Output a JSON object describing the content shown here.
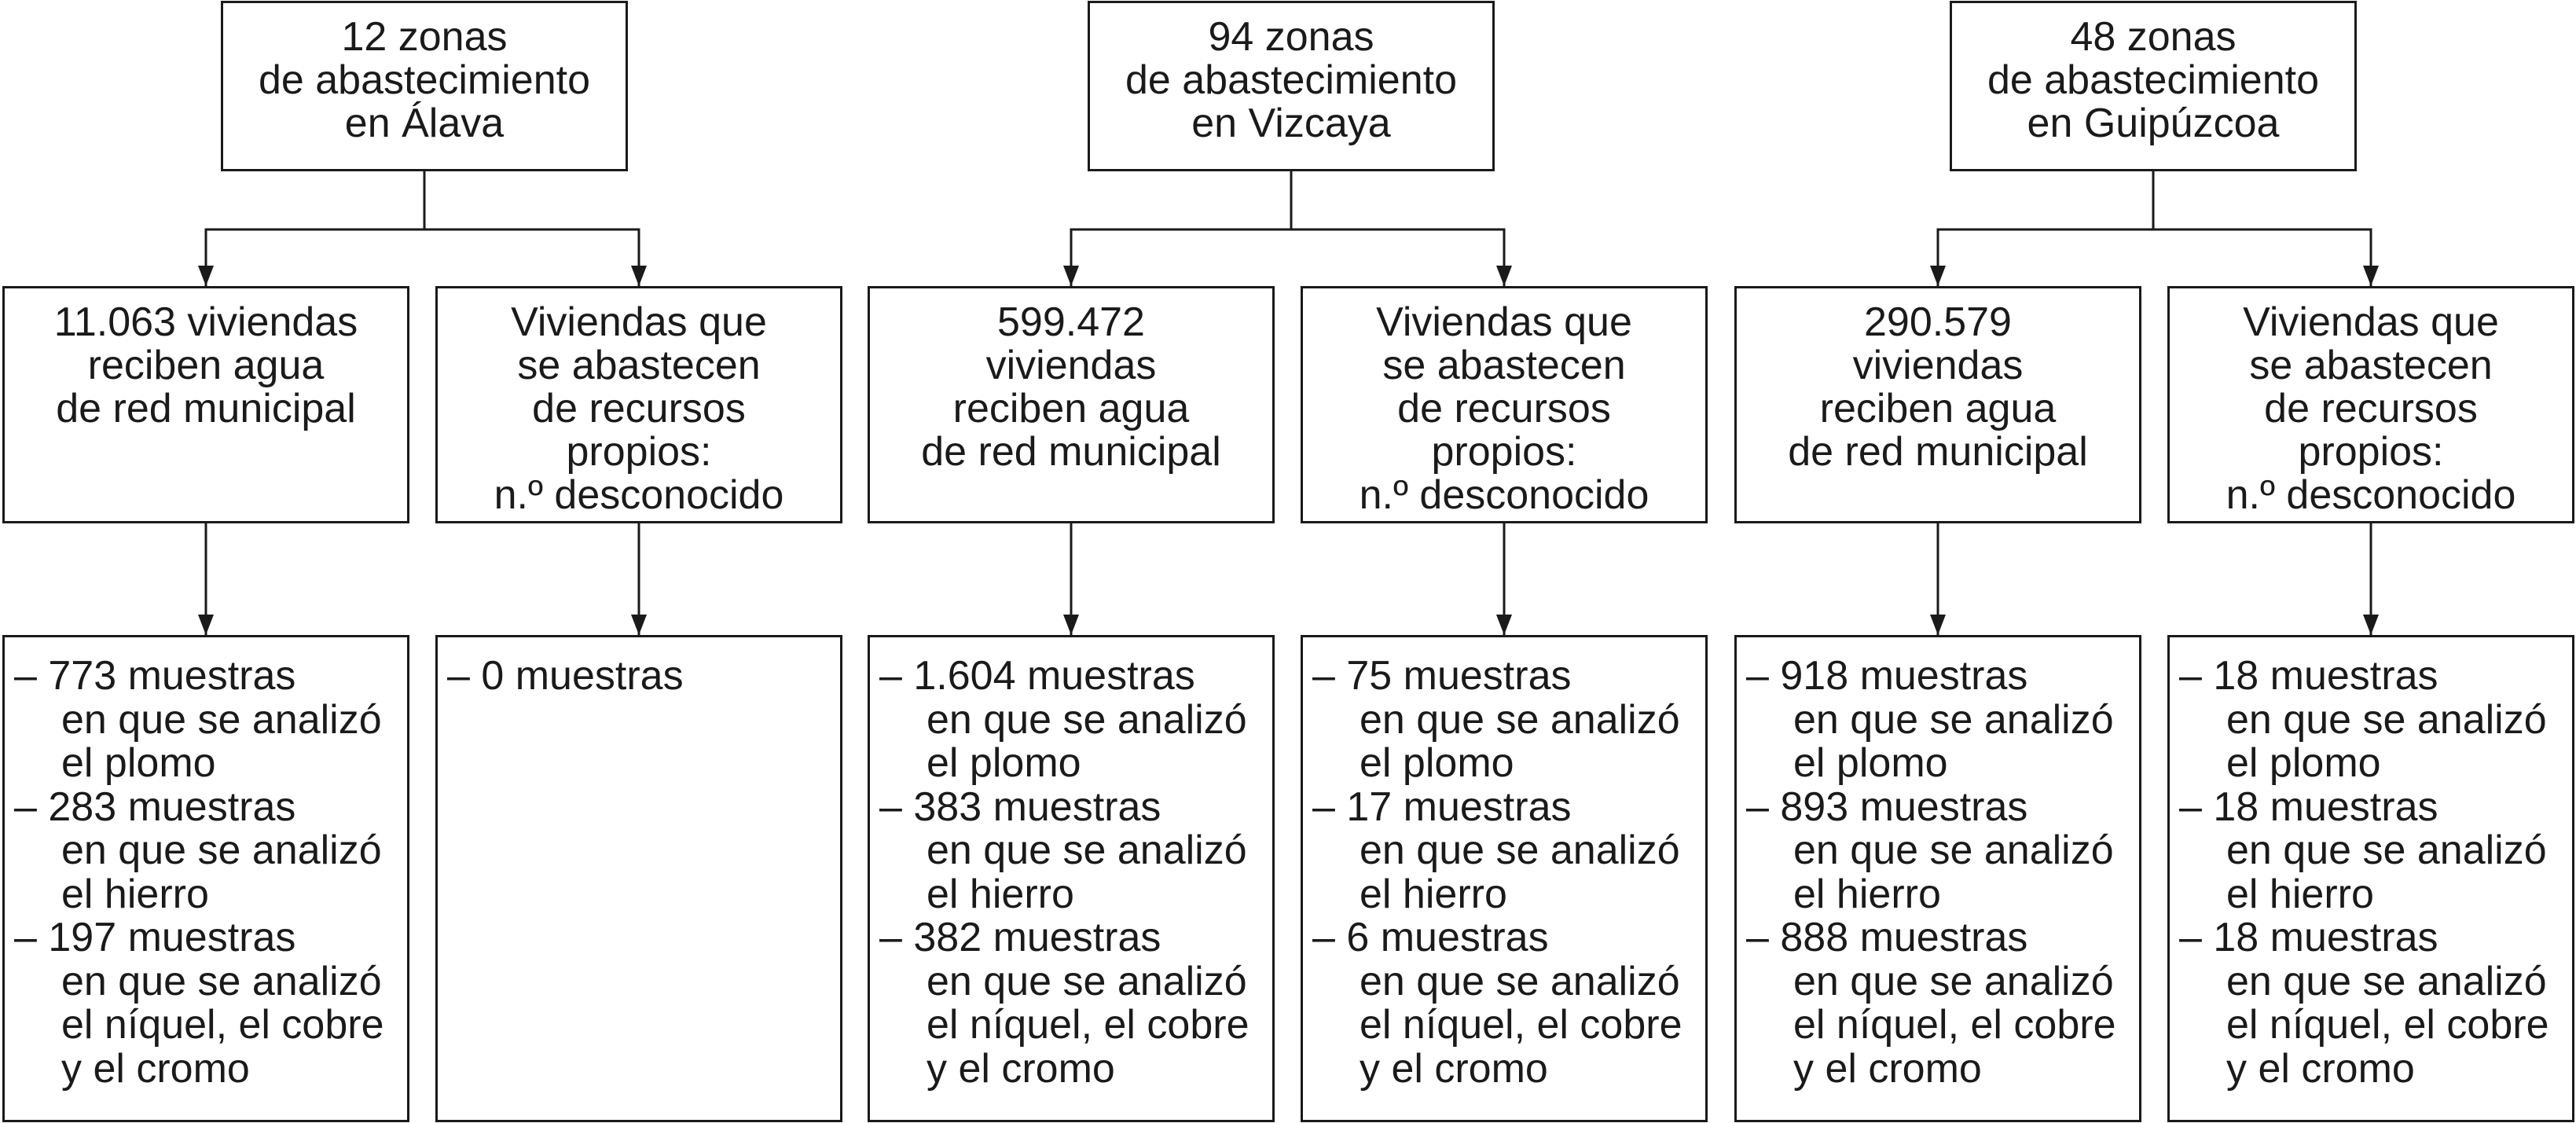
{
  "groups": [
    {
      "zone": {
        "lines": [
          "12 zonas",
          "de abastecimiento",
          "en Álava"
        ]
      },
      "municipal": {
        "lines": [
          "11.063 viviendas",
          "reciben agua",
          "de red municipal"
        ]
      },
      "own": {
        "lines": [
          "Viviendas que",
          "se abastecen",
          "de recursos",
          "propios:",
          "n.º desconocido"
        ]
      },
      "municipal_samples": [
        "– 773 muestras",
        "en que se analizó",
        "el plomo",
        "– 283 muestras",
        "en que se analizó",
        "el hierro",
        "– 197 muestras",
        "en que se analizó",
        "el níquel, el cobre",
        "y el cromo"
      ],
      "own_samples": [
        "– 0 muestras"
      ]
    },
    {
      "zone": {
        "lines": [
          "94 zonas",
          "de abastecimiento",
          "en Vizcaya"
        ]
      },
      "municipal": {
        "lines": [
          "599.472",
          "viviendas",
          "reciben agua",
          "de red municipal"
        ]
      },
      "own": {
        "lines": [
          "Viviendas que",
          "se abastecen",
          "de recursos",
          "propios:",
          "n.º desconocido"
        ]
      },
      "municipal_samples": [
        "– 1.604 muestras",
        "en que se analizó",
        "el plomo",
        "– 383 muestras",
        "en que se analizó",
        "el hierro",
        "– 382 muestras",
        "en que se analizó",
        "el níquel, el cobre",
        "y el cromo"
      ],
      "own_samples": [
        "– 75 muestras",
        "en que se analizó",
        "el plomo",
        "– 17 muestras",
        "en que se analizó",
        "el hierro",
        "– 6 muestras",
        "en que se analizó",
        "el níquel, el cobre",
        "y el cromo"
      ]
    },
    {
      "zone": {
        "lines": [
          "48 zonas",
          "de abastecimiento",
          "en Guipúzcoa"
        ]
      },
      "municipal": {
        "lines": [
          "290.579",
          "viviendas",
          "reciben agua",
          "de red municipal"
        ]
      },
      "own": {
        "lines": [
          "Viviendas que",
          "se abastecen",
          "de recursos",
          "propios:",
          "n.º desconocido"
        ]
      },
      "municipal_samples": [
        "– 918 muestras",
        "en que se analizó",
        "el plomo",
        "– 893 muestras",
        "en que se analizó",
        "el hierro",
        "– 888 muestras",
        "en que se analizó",
        "el níquel, el cobre",
        "y el cromo"
      ],
      "own_samples": [
        "– 18 muestras",
        "en que se analizó",
        "el plomo",
        "– 18 muestras",
        "en que se analizó",
        "el hierro",
        "– 18 muestras",
        "en que se analizó",
        "el níquel, el cobre",
        "y el cromo"
      ]
    }
  ]
}
